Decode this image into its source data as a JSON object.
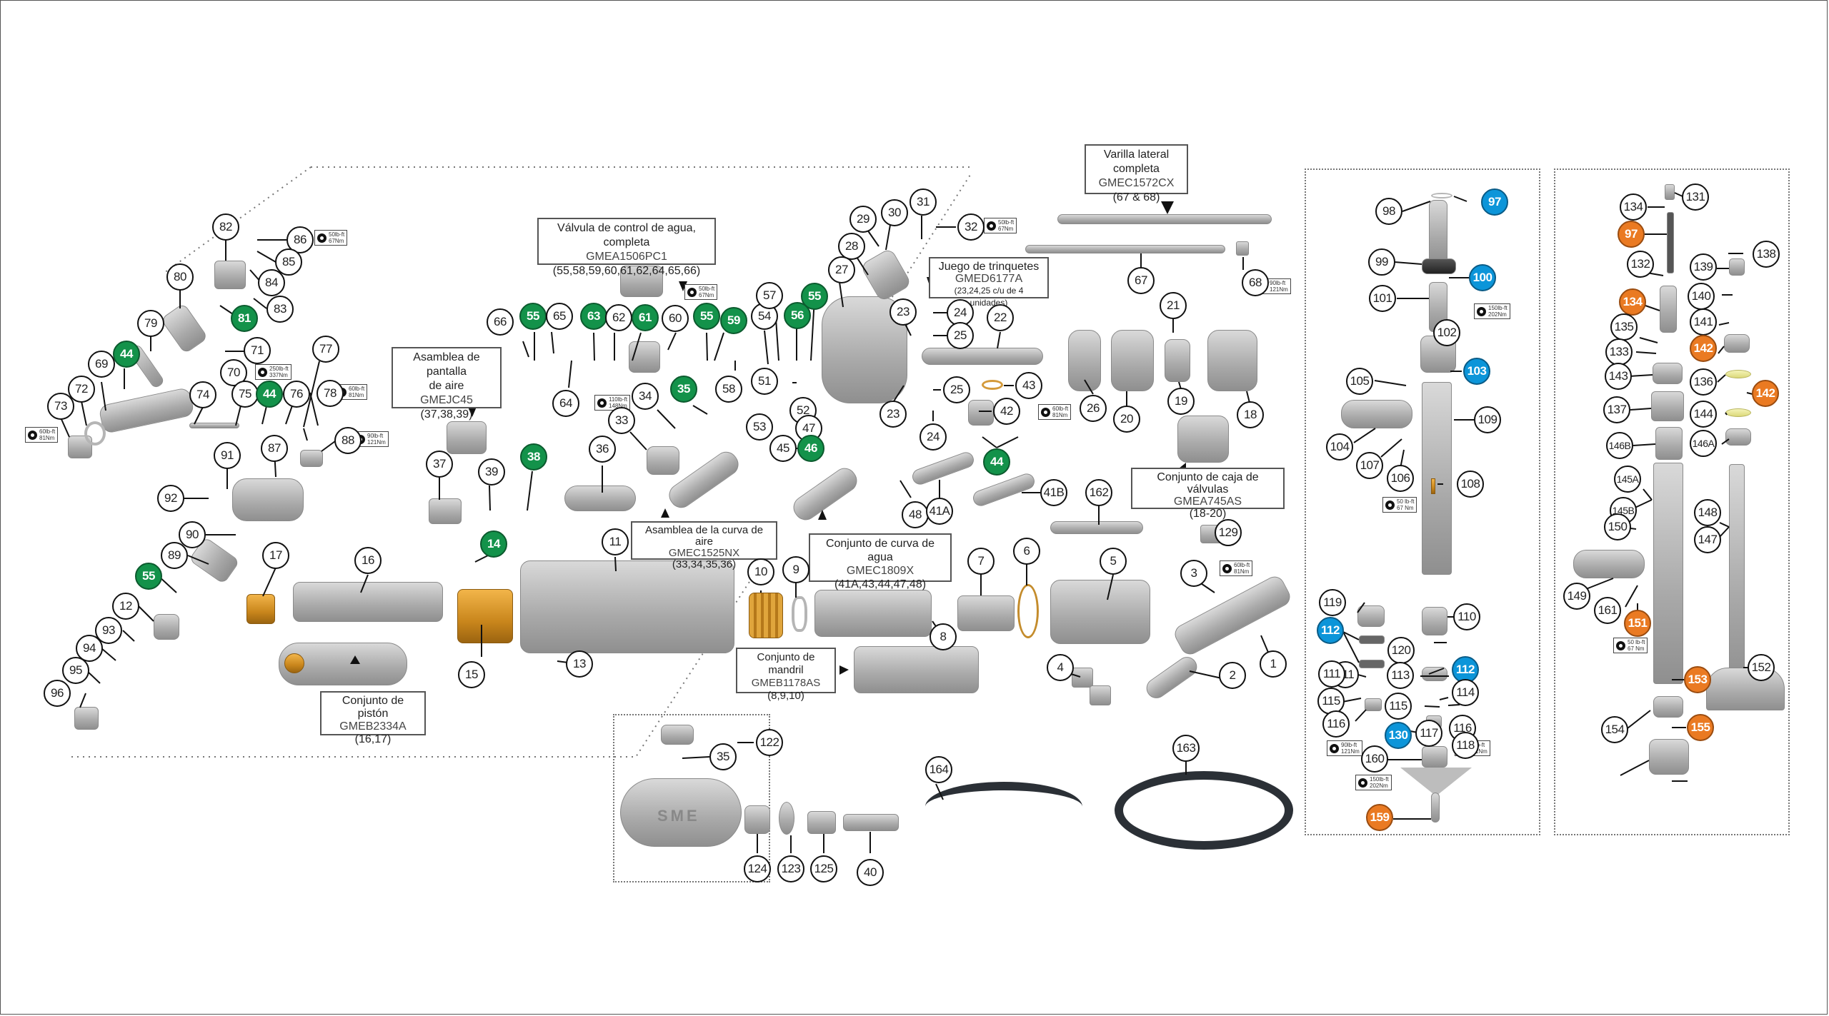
{
  "diagram": {
    "type": "exploded-parts-diagram",
    "language": "es"
  },
  "assemblies": {
    "varilla": {
      "title": "Varilla lateral completa",
      "code": "GMEC1572CX",
      "parts": "(67 & 68)"
    },
    "valvula": {
      "title": "Válvula de control de agua, completa",
      "code": "GMEA1506PC1",
      "parts": "(55,58,59,60,61,62,64,65,66)"
    },
    "pantalla": {
      "title1": "Asamblea de pantalla",
      "title2": "de aire",
      "code": "GMEJC45",
      "parts": "(37,38,39)"
    },
    "trinquetes": {
      "title": "Juego de trinquetes",
      "code": "GMED6177A",
      "parts": "(23,24,25 c/u de 4 unidades)"
    },
    "caja": {
      "title": "Conjunto de caja de válvulas",
      "code": "GMEA745AS",
      "parts": "(18-20)"
    },
    "curva_aire": {
      "title": "Asamblea de la curva de aire",
      "code": "GMEC1525NX",
      "parts": "(33,34,35,36)"
    },
    "curva_agua": {
      "title": "Conjunto de curva de agua",
      "code": "GMEC1809X",
      "parts": "(41A,43,44,47,48)"
    },
    "mandril": {
      "title": "Conjunto de mandril",
      "code": "GMEB1178AS",
      "parts": "(8,9,10)"
    },
    "piston": {
      "title": "Conjunto de pistón",
      "code": "GMEB2334A",
      "parts": "(16,17)"
    }
  },
  "torque_labels": [
    {
      "id": "t86",
      "line1": "50lb-ft",
      "line2": "67Nm"
    },
    {
      "id": "t70",
      "line1": "250lb-ft",
      "line2": "337Nm"
    },
    {
      "id": "t78",
      "line1": "60lb-ft",
      "line2": "81Nm"
    },
    {
      "id": "t73",
      "line1": "60lb-ft",
      "line2": "81Nm"
    },
    {
      "id": "t88",
      "line1": "90lb-ft",
      "line2": "121Nm"
    },
    {
      "id": "t60",
      "line1": "50lb-ft",
      "line2": "67Nm"
    },
    {
      "id": "t33",
      "line1": "110lb-ft",
      "line2": "148Nm"
    },
    {
      "id": "t32",
      "line1": "50lb-ft",
      "line2": "67Nm"
    },
    {
      "id": "t68",
      "line1": "90lb-ft",
      "line2": "121Nm"
    },
    {
      "id": "t42",
      "line1": "60lb-ft",
      "line2": "81Nm"
    },
    {
      "id": "t3",
      "line1": "60lb-ft",
      "line2": "81Nm"
    },
    {
      "id": "t102",
      "line1": "150lb-ft",
      "line2": "202Nm"
    },
    {
      "id": "t106",
      "line1": "50 lb-ft",
      "line2": "67 Nm"
    },
    {
      "id": "t116a",
      "line1": "90lb-ft",
      "line2": "121Nm"
    },
    {
      "id": "t116b",
      "line1": "90lb-ft",
      "line2": "121Nm"
    },
    {
      "id": "t117",
      "line1": "150lb-ft",
      "line2": "202Nm"
    },
    {
      "id": "t149",
      "line1": "50 lb-ft",
      "line2": "67 Nm"
    }
  ],
  "callouts": [
    {
      "label": "82",
      "style": "plain"
    },
    {
      "label": "86",
      "style": "plain"
    },
    {
      "label": "85",
      "style": "plain"
    },
    {
      "label": "84",
      "style": "plain"
    },
    {
      "label": "80",
      "style": "plain"
    },
    {
      "label": "83",
      "style": "plain"
    },
    {
      "label": "81",
      "style": "green"
    },
    {
      "label": "79",
      "style": "plain"
    },
    {
      "label": "44",
      "style": "green"
    },
    {
      "label": "69",
      "style": "plain"
    },
    {
      "label": "71",
      "style": "plain"
    },
    {
      "label": "77",
      "style": "plain"
    },
    {
      "label": "70",
      "style": "plain"
    },
    {
      "label": "72",
      "style": "plain"
    },
    {
      "label": "73",
      "style": "plain"
    },
    {
      "label": "74",
      "style": "plain"
    },
    {
      "label": "75",
      "style": "plain"
    },
    {
      "label": "44",
      "style": "green"
    },
    {
      "label": "76",
      "style": "plain"
    },
    {
      "label": "78",
      "style": "plain"
    },
    {
      "label": "91",
      "style": "plain"
    },
    {
      "label": "87",
      "style": "plain"
    },
    {
      "label": "88",
      "style": "plain"
    },
    {
      "label": "92",
      "style": "plain"
    },
    {
      "label": "90",
      "style": "plain"
    },
    {
      "label": "17",
      "style": "plain"
    },
    {
      "label": "89",
      "style": "plain"
    },
    {
      "label": "55",
      "style": "green"
    },
    {
      "label": "16",
      "style": "plain"
    },
    {
      "label": "12",
      "style": "plain"
    },
    {
      "label": "93",
      "style": "plain"
    },
    {
      "label": "94",
      "style": "plain"
    },
    {
      "label": "95",
      "style": "plain"
    },
    {
      "label": "96",
      "style": "plain"
    },
    {
      "label": "66",
      "style": "plain"
    },
    {
      "label": "55",
      "style": "green"
    },
    {
      "label": "65",
      "style": "plain"
    },
    {
      "label": "63",
      "style": "green"
    },
    {
      "label": "62",
      "style": "plain"
    },
    {
      "label": "61",
      "style": "green"
    },
    {
      "label": "60",
      "style": "plain"
    },
    {
      "label": "55",
      "style": "green"
    },
    {
      "label": "59",
      "style": "green"
    },
    {
      "label": "54",
      "style": "plain"
    },
    {
      "label": "64",
      "style": "plain"
    },
    {
      "label": "35",
      "style": "green"
    },
    {
      "label": "58",
      "style": "plain"
    },
    {
      "label": "51",
      "style": "plain"
    },
    {
      "label": "34",
      "style": "plain"
    },
    {
      "label": "33",
      "style": "plain"
    },
    {
      "label": "53",
      "style": "plain"
    },
    {
      "label": "52",
      "style": "plain"
    },
    {
      "label": "36",
      "style": "plain"
    },
    {
      "label": "37",
      "style": "plain"
    },
    {
      "label": "39",
      "style": "plain"
    },
    {
      "label": "38",
      "style": "green"
    },
    {
      "label": "14",
      "style": "green"
    },
    {
      "label": "11",
      "style": "plain"
    },
    {
      "label": "15",
      "style": "plain"
    },
    {
      "label": "13",
      "style": "plain"
    },
    {
      "label": "10",
      "style": "plain"
    },
    {
      "label": "9",
      "style": "plain"
    },
    {
      "label": "8",
      "style": "plain"
    },
    {
      "label": "7",
      "style": "plain"
    },
    {
      "label": "6",
      "style": "plain"
    },
    {
      "label": "5",
      "style": "plain"
    },
    {
      "label": "4",
      "style": "plain"
    },
    {
      "label": "3",
      "style": "plain"
    },
    {
      "label": "2",
      "style": "plain"
    },
    {
      "label": "1",
      "style": "plain"
    },
    {
      "label": "129",
      "style": "plain"
    },
    {
      "label": "162",
      "style": "plain"
    },
    {
      "label": "29",
      "style": "plain"
    },
    {
      "label": "30",
      "style": "plain"
    },
    {
      "label": "31",
      "style": "plain"
    },
    {
      "label": "32",
      "style": "plain"
    },
    {
      "label": "28",
      "style": "plain"
    },
    {
      "label": "27",
      "style": "plain"
    },
    {
      "label": "57",
      "style": "plain"
    },
    {
      "label": "55",
      "style": "green"
    },
    {
      "label": "56",
      "style": "green"
    },
    {
      "label": "23",
      "style": "plain"
    },
    {
      "label": "24",
      "style": "plain"
    },
    {
      "label": "25",
      "style": "plain"
    },
    {
      "label": "22",
      "style": "plain"
    },
    {
      "label": "25",
      "style": "plain"
    },
    {
      "label": "43",
      "style": "plain"
    },
    {
      "label": "23",
      "style": "plain"
    },
    {
      "label": "42",
      "style": "plain"
    },
    {
      "label": "24",
      "style": "plain"
    },
    {
      "label": "47",
      "style": "plain"
    },
    {
      "label": "45",
      "style": "plain"
    },
    {
      "label": "46",
      "style": "green"
    },
    {
      "label": "44",
      "style": "green"
    },
    {
      "label": "48",
      "style": "plain"
    },
    {
      "label": "41A",
      "style": "plain"
    },
    {
      "label": "41B",
      "style": "plain"
    },
    {
      "label": "67",
      "style": "plain"
    },
    {
      "label": "68",
      "style": "plain"
    },
    {
      "label": "21",
      "style": "plain"
    },
    {
      "label": "26",
      "style": "plain"
    },
    {
      "label": "20",
      "style": "plain"
    },
    {
      "label": "19",
      "style": "plain"
    },
    {
      "label": "18",
      "style": "plain"
    },
    {
      "label": "122",
      "style": "plain"
    },
    {
      "label": "35",
      "style": "plain"
    },
    {
      "label": "124",
      "style": "plain"
    },
    {
      "label": "123",
      "style": "plain"
    },
    {
      "label": "125",
      "style": "plain"
    },
    {
      "label": "40",
      "style": "plain"
    },
    {
      "label": "164",
      "style": "plain"
    },
    {
      "label": "163",
      "style": "plain"
    },
    {
      "label": "98",
      "style": "plain"
    },
    {
      "label": "97",
      "style": "blue"
    },
    {
      "label": "99",
      "style": "plain"
    },
    {
      "label": "100",
      "style": "blue"
    },
    {
      "label": "101",
      "style": "plain"
    },
    {
      "label": "102",
      "style": "plain"
    },
    {
      "label": "103",
      "style": "blue"
    },
    {
      "label": "105",
      "style": "plain"
    },
    {
      "label": "109",
      "style": "plain"
    },
    {
      "label": "104",
      "style": "plain"
    },
    {
      "label": "107",
      "style": "plain"
    },
    {
      "label": "106",
      "style": "plain"
    },
    {
      "label": "108",
      "style": "plain"
    },
    {
      "label": "119",
      "style": "plain"
    },
    {
      "label": "110",
      "style": "plain"
    },
    {
      "label": "112",
      "style": "blue"
    },
    {
      "label": "111",
      "style": "plain"
    },
    {
      "label": "120",
      "style": "plain"
    },
    {
      "label": "112",
      "style": "blue"
    },
    {
      "label": "113",
      "style": "plain"
    },
    {
      "label": "111",
      "style": "plain"
    },
    {
      "label": "114",
      "style": "plain"
    },
    {
      "label": "115",
      "style": "plain"
    },
    {
      "label": "115",
      "style": "plain"
    },
    {
      "label": "116",
      "style": "plain"
    },
    {
      "label": "130",
      "style": "blue"
    },
    {
      "label": "116",
      "style": "plain"
    },
    {
      "label": "117",
      "style": "plain"
    },
    {
      "label": "118",
      "style": "plain"
    },
    {
      "label": "160",
      "style": "plain"
    },
    {
      "label": "159",
      "style": "orange"
    },
    {
      "label": "131",
      "style": "plain"
    },
    {
      "label": "134",
      "style": "plain"
    },
    {
      "label": "97",
      "style": "orange"
    },
    {
      "label": "138",
      "style": "plain"
    },
    {
      "label": "132",
      "style": "plain"
    },
    {
      "label": "139",
      "style": "plain"
    },
    {
      "label": "134",
      "style": "orange"
    },
    {
      "label": "140",
      "style": "plain"
    },
    {
      "label": "135",
      "style": "plain"
    },
    {
      "label": "141",
      "style": "plain"
    },
    {
      "label": "133",
      "style": "plain"
    },
    {
      "label": "142",
      "style": "orange"
    },
    {
      "label": "143",
      "style": "plain"
    },
    {
      "label": "136",
      "style": "plain"
    },
    {
      "label": "142",
      "style": "orange"
    },
    {
      "label": "137",
      "style": "plain"
    },
    {
      "label": "144",
      "style": "plain"
    },
    {
      "label": "146B",
      "style": "plain"
    },
    {
      "label": "146A",
      "style": "plain"
    },
    {
      "label": "145A",
      "style": "plain"
    },
    {
      "label": "145B",
      "style": "plain"
    },
    {
      "label": "148",
      "style": "plain"
    },
    {
      "label": "147",
      "style": "plain"
    },
    {
      "label": "150",
      "style": "plain"
    },
    {
      "label": "149",
      "style": "plain"
    },
    {
      "label": "161",
      "style": "plain"
    },
    {
      "label": "151",
      "style": "orange"
    },
    {
      "label": "152",
      "style": "plain"
    },
    {
      "label": "153",
      "style": "orange"
    },
    {
      "label": "154",
      "style": "plain"
    },
    {
      "label": "155",
      "style": "orange"
    }
  ],
  "part_logo_text": "SME"
}
